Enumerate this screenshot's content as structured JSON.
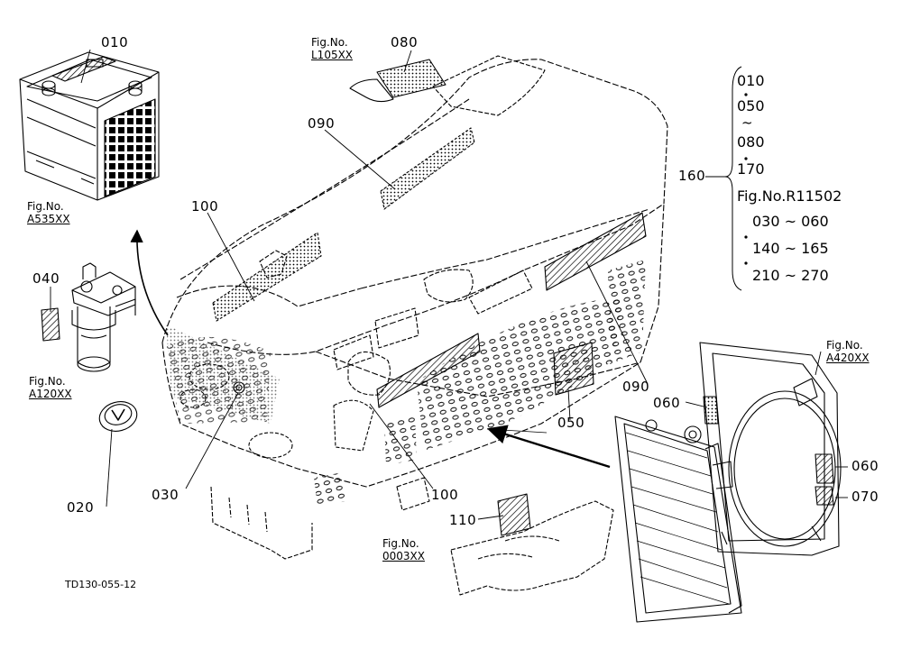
{
  "callouts": {
    "c010": "010",
    "c080": "080",
    "c090_top": "090",
    "c100_top": "100",
    "c040": "040",
    "c160": "160",
    "c090_right": "090",
    "c060_left": "060",
    "c050": "050",
    "c060_right": "060",
    "c070": "070",
    "c020": "020",
    "c030": "030",
    "c100_bottom": "100",
    "c110": "110"
  },
  "figure_refs": {
    "l105": {
      "label": "Fig.No.",
      "number": "L105XX"
    },
    "a535": {
      "label": "Fig.No.",
      "number": "A535XX"
    },
    "a120": {
      "label": "Fig.No.",
      "number": "A120XX"
    },
    "a420": {
      "label": "Fig.No.",
      "number": "A420XX"
    },
    "f0003": {
      "label": "Fig.No.",
      "number": "0003XX"
    }
  },
  "set_160": {
    "items": [
      "010",
      "050",
      "080",
      "170",
      "Fig.No.R11502",
      "030 ~ 060",
      "140 ~ 165",
      "210 ~ 270"
    ]
  },
  "drawing_id": "TD130-055-12"
}
